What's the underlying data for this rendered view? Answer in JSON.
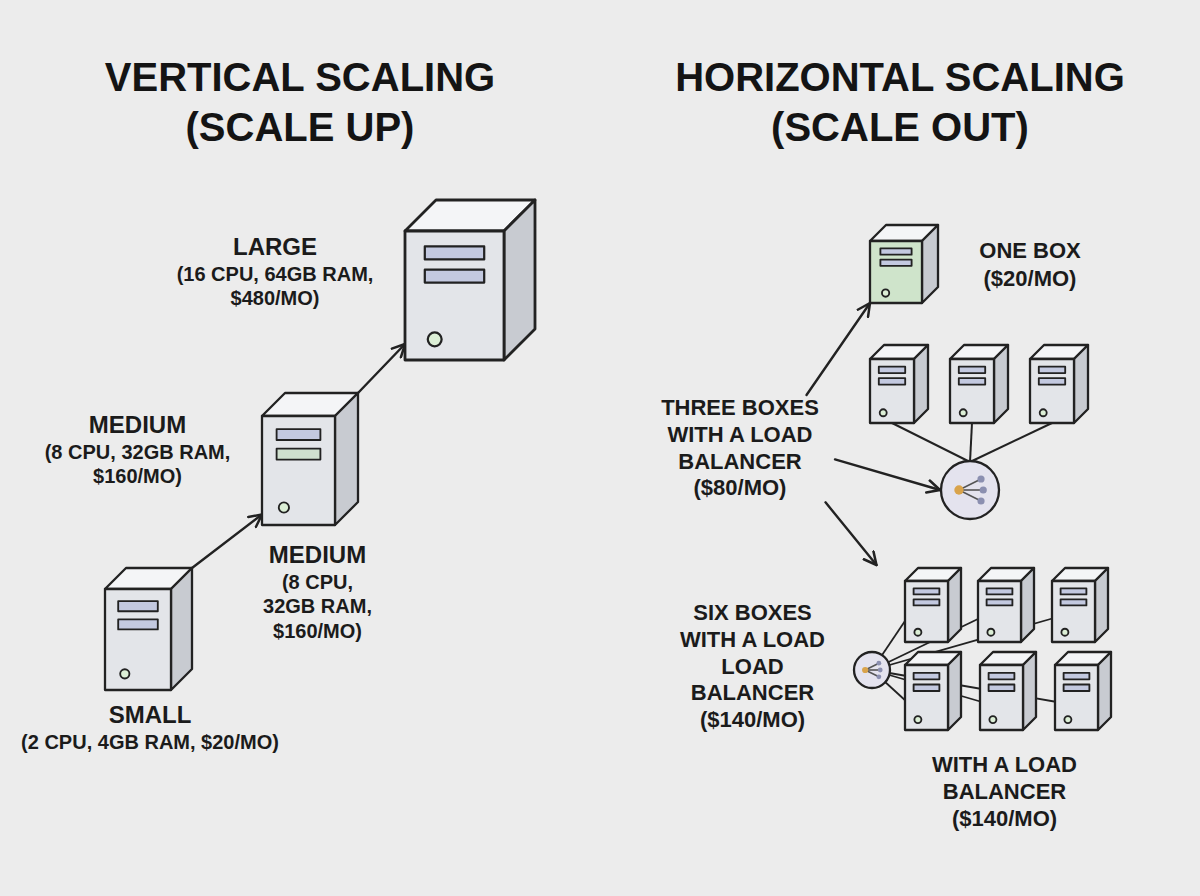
{
  "diagram": {
    "nodes": [
      {
        "text": [
          "SMALL",
          "(2 CPU, 4GB RAM, $20/MO)"
        ]
      },
      {
        "text": [
          "MEDIUM",
          "(8 CPU, 32GB RAM, $160/MO)",
          "MEDIUM",
          "(8 CPU, 32GB RAM, $160/MO)"
        ]
      },
      {
        "text": [
          "LARGE",
          "(16 CPU, 64GB RAM, $480/MO)"
        ]
      },
      {
        "text": [
          "THREE BOXES WITH A LOAD BALANCER",
          "($80/MO)"
        ]
      },
      {
        "text": [
          "ONE BOX",
          "($20/MO)"
        ]
      },
      {
        "text": []
      },
      {
        "text": [
          "SIX BOXES WITH A LOAD LOAD BALANCER ($140/MO)",
          "WITH A LOAD BALANCER ($140/MO)"
        ]
      }
    ],
    "edges": [
      {
        "from": 0,
        "to": 1,
        "arrow": "to"
      },
      {
        "from": 1,
        "to": 2,
        "arrow": "to"
      },
      {
        "from": 3,
        "to": 4,
        "arrow": "to"
      },
      {
        "from": 3,
        "to": 5,
        "arrow": "to"
      },
      {
        "from": 3,
        "to": 6,
        "arrow": "to"
      }
    ],
    "labels": [
      "VERTICAL SCALING (SCALE UP)",
      "HORIZONTAL SCALING (SCALE OUT)"
    ]
  }
}
